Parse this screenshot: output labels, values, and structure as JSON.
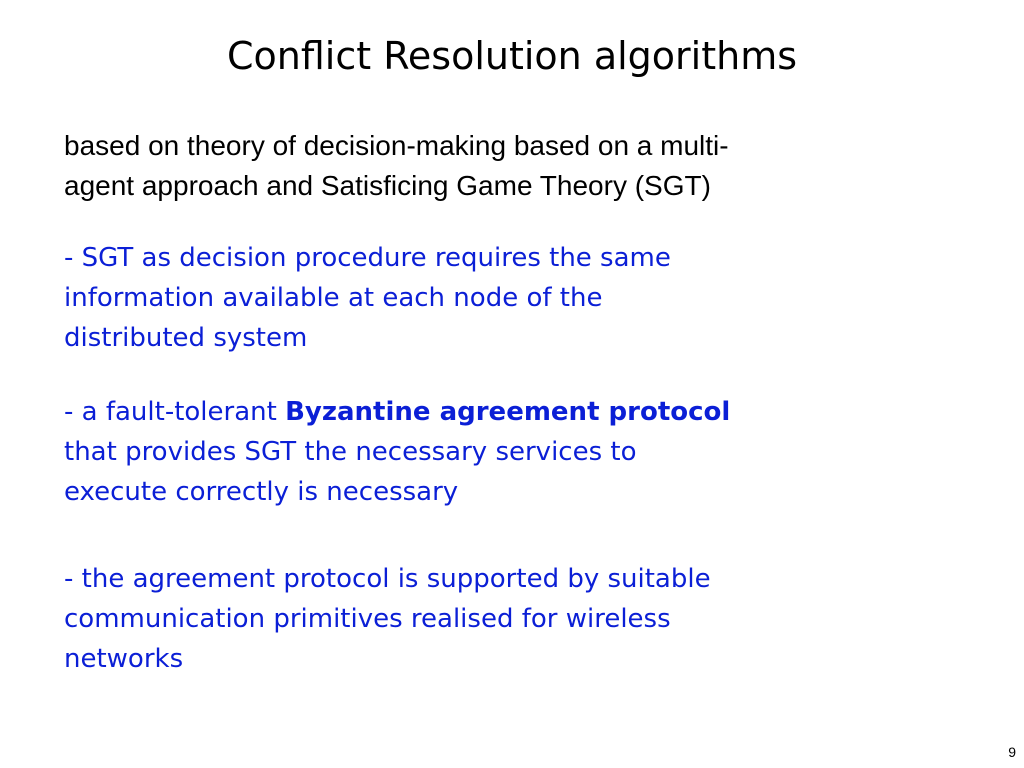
{
  "slide": {
    "title": "Conflict Resolution algorithms",
    "intro_lines": [
      "based on theory of decision-making based on a multi-",
      "agent approach and Satisficing Game Theory (SGT)"
    ],
    "para1_lines": [
      "- SGT as decision procedure requires the same",
      "information available at each node of the",
      "distributed system"
    ],
    "para2": {
      "line1_prefix": "- a fault-tolerant ",
      "line1_bold": "Byzantine agreement protocol",
      "line2": "that provides SGT the necessary services to",
      "line3": "execute correctly is necessary"
    },
    "para3_lines": [
      "- the agreement protocol is supported by suitable",
      "communication primitives realised for  wireless",
      "networks"
    ],
    "page_number": "9",
    "colors": {
      "title": "#000000",
      "intro": "#000000",
      "bullets": "#0b1fd6",
      "background": "#ffffff"
    }
  }
}
